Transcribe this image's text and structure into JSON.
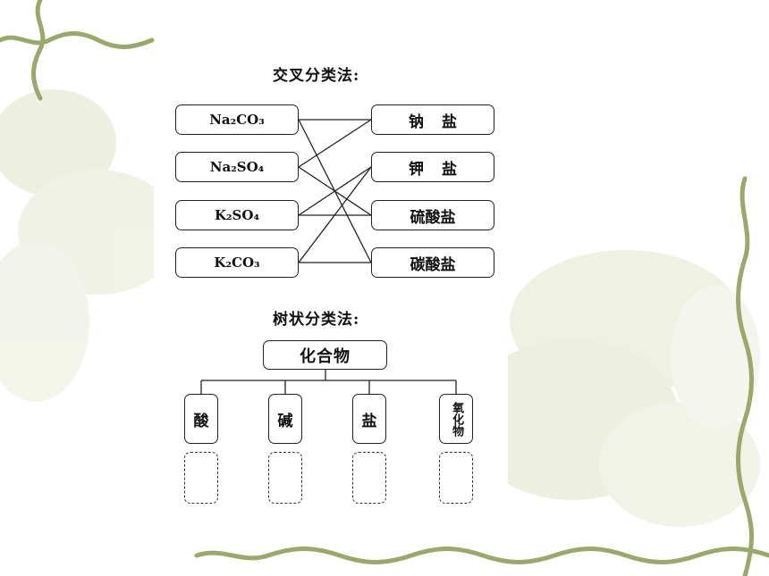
{
  "cross": {
    "title": "交叉分类法:",
    "left": [
      "Na₂CO₃",
      "Na₂SO₄",
      "K₂SO₄",
      "K₂CO₃"
    ],
    "right": [
      "钠盐",
      "钾盐",
      "硫酸盐",
      "碳酸盐"
    ],
    "links": [
      [
        0,
        0
      ],
      [
        0,
        3
      ],
      [
        1,
        0
      ],
      [
        1,
        2
      ],
      [
        2,
        1
      ],
      [
        2,
        2
      ],
      [
        3,
        1
      ],
      [
        3,
        3
      ]
    ]
  },
  "tree": {
    "title": "树状分类法:",
    "root": "化合物",
    "categories": [
      "酸",
      "碱",
      "盐",
      "氧化物"
    ]
  }
}
